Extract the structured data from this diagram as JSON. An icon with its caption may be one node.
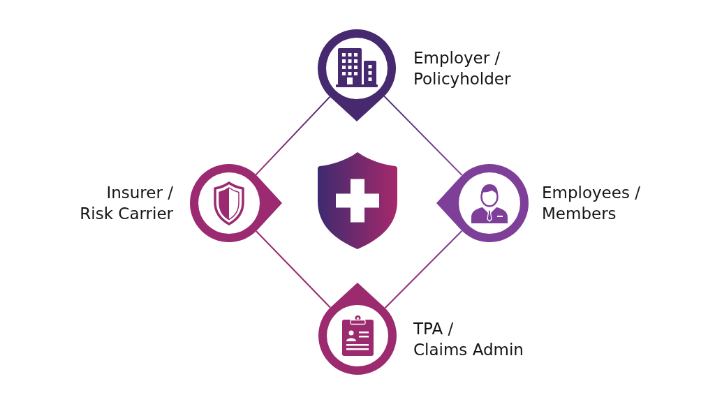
{
  "diagram": {
    "nodes": [
      {
        "text": [
          "Employer / Policyholder"
        ]
      },
      {
        "text": [
          "Insurer / Risk Carrier"
        ]
      },
      {
        "text": [
          "Employees / Members"
        ]
      },
      {
        "text": [
          "TPA / Claims Admin"
        ]
      }
    ],
    "edges": [
      {
        "from": 0,
        "to": 1,
        "arrow": "none"
      },
      {
        "from": 0,
        "to": 2,
        "arrow": "none"
      },
      {
        "from": 1,
        "to": 3,
        "arrow": "none"
      },
      {
        "from": 2,
        "to": 3,
        "arrow": "none"
      }
    ]
  }
}
